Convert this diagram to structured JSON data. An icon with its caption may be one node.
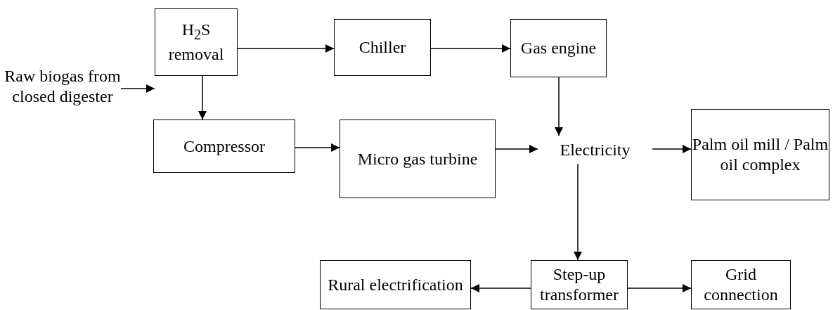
{
  "diagram": {
    "nodes": [
      {
        "text": [
          "Raw biogas from closed digester"
        ]
      },
      {
        "text": [
          "H$_{2}$S removal"
        ]
      },
      {
        "text": [
          "Chiller"
        ]
      },
      {
        "text": [
          "Gas engine"
        ]
      },
      {
        "text": [
          "Compressor"
        ]
      },
      {
        "text": [
          "Micro gas turbine"
        ]
      },
      {
        "text": [
          "Electricity"
        ]
      },
      {
        "text": [
          "Palm oil mill / Palm oil complex"
        ]
      },
      {
        "text": [
          "Rural electrification"
        ]
      },
      {
        "text": [
          "Step-up transformer"
        ]
      },
      {
        "text": [
          "Grid connection"
        ]
      }
    ],
    "edges": [
      {
        "from": 0,
        "to": 1,
        "arrow": "to"
      },
      {
        "from": 1,
        "to": 2,
        "arrow": "to"
      },
      {
        "from": 2,
        "to": 3,
        "arrow": "to"
      },
      {
        "from": 1,
        "to": 4,
        "arrow": "to"
      },
      {
        "from": 4,
        "to": 5,
        "arrow": "to"
      },
      {
        "from": 5,
        "to": 6,
        "arrow": "to"
      },
      {
        "from": 3,
        "to": 6,
        "arrow": "to"
      },
      {
        "from": 6,
        "to": 7,
        "arrow": "to"
      },
      {
        "from": 6,
        "to": 9,
        "arrow": "to"
      },
      {
        "from": 9,
        "to": 8,
        "arrow": "to"
      },
      {
        "from": 9,
        "to": 10,
        "arrow": "to"
      }
    ]
  }
}
